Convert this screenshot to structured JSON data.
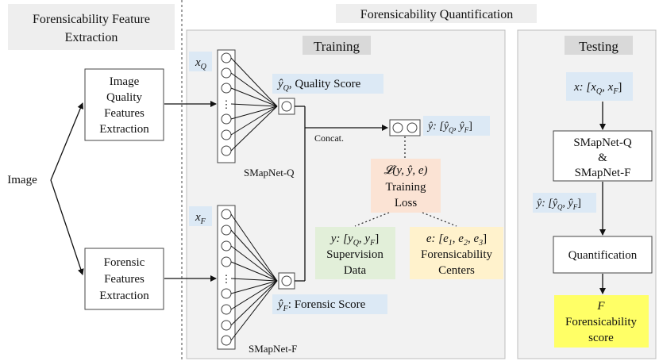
{
  "sections": {
    "feature_extraction": {
      "title_line1": "Forensicability Feature",
      "title_line2": "Extraction"
    },
    "quantification": {
      "title": "Forensicability Quantification"
    }
  },
  "training": {
    "title": "Training",
    "input_q": "x",
    "input_q_sub": "Q",
    "input_f": "x",
    "input_f_sub": "F",
    "net_q": "SMapNet-Q",
    "net_f": "SMapNet-F",
    "quality_score": ", Quality Score",
    "forensic_score": ": Forensic Score",
    "concat": "Concat.",
    "y_hat_label": "ŷ: [ŷ",
    "loss": {
      "formula": "𝓛(y, ŷ, e)",
      "line1": "Training",
      "line2": "Loss"
    },
    "supervision": {
      "formula": "y: [y",
      "line1": "Supervision",
      "line2": "Data"
    },
    "centers": {
      "formula": "e: [e",
      "line1": "Forensicability",
      "line2": "Centers"
    }
  },
  "extraction": {
    "image": "Image",
    "quality_box": [
      "Image",
      "Quality",
      "Features",
      "Extraction"
    ],
    "forensic_box": [
      "Forensic",
      "Features",
      "Extraction"
    ]
  },
  "testing": {
    "title": "Testing",
    "input_label": "x: [x",
    "net_lines": [
      "SMapNet-Q",
      "&",
      "SMapNet-F"
    ],
    "yhat_label": "ŷ: [ŷ",
    "quant": "Quantification",
    "f_symbol": "F",
    "score_lines": [
      "Forensicability",
      "score"
    ]
  },
  "colors": {
    "panel_bg": "#f2f2f2",
    "header_gray": "#d9d9d9",
    "blue_label": "#dce9f5",
    "loss_orange": "#fbe3d4",
    "supervision_green": "#e2efd9",
    "centers_yellow": "#fff2cc",
    "score_yellow": "#ffff66"
  }
}
